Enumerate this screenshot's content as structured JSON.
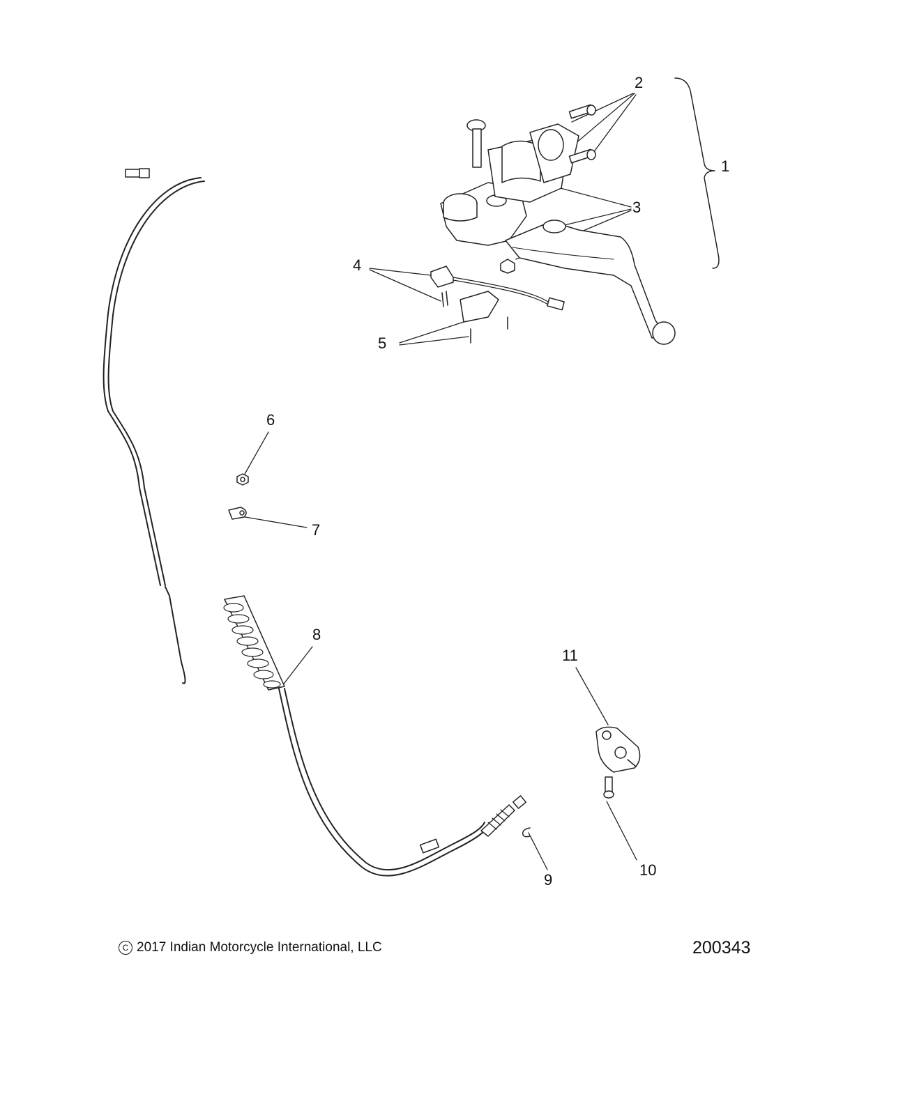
{
  "callouts": [
    {
      "id": "1",
      "label": "1"
    },
    {
      "id": "2",
      "label": "2"
    },
    {
      "id": "3",
      "label": "3"
    },
    {
      "id": "4",
      "label": "4"
    },
    {
      "id": "5",
      "label": "5"
    },
    {
      "id": "6",
      "label": "6"
    },
    {
      "id": "7",
      "label": "7"
    },
    {
      "id": "8",
      "label": "8"
    },
    {
      "id": "9",
      "label": "9"
    },
    {
      "id": "10",
      "label": "10"
    },
    {
      "id": "11",
      "label": "11"
    }
  ],
  "footer": {
    "copyright_symbol": "C",
    "copyright_text": "2017 Indian Motorcycle International, LLC",
    "drawing_number": "200343"
  }
}
